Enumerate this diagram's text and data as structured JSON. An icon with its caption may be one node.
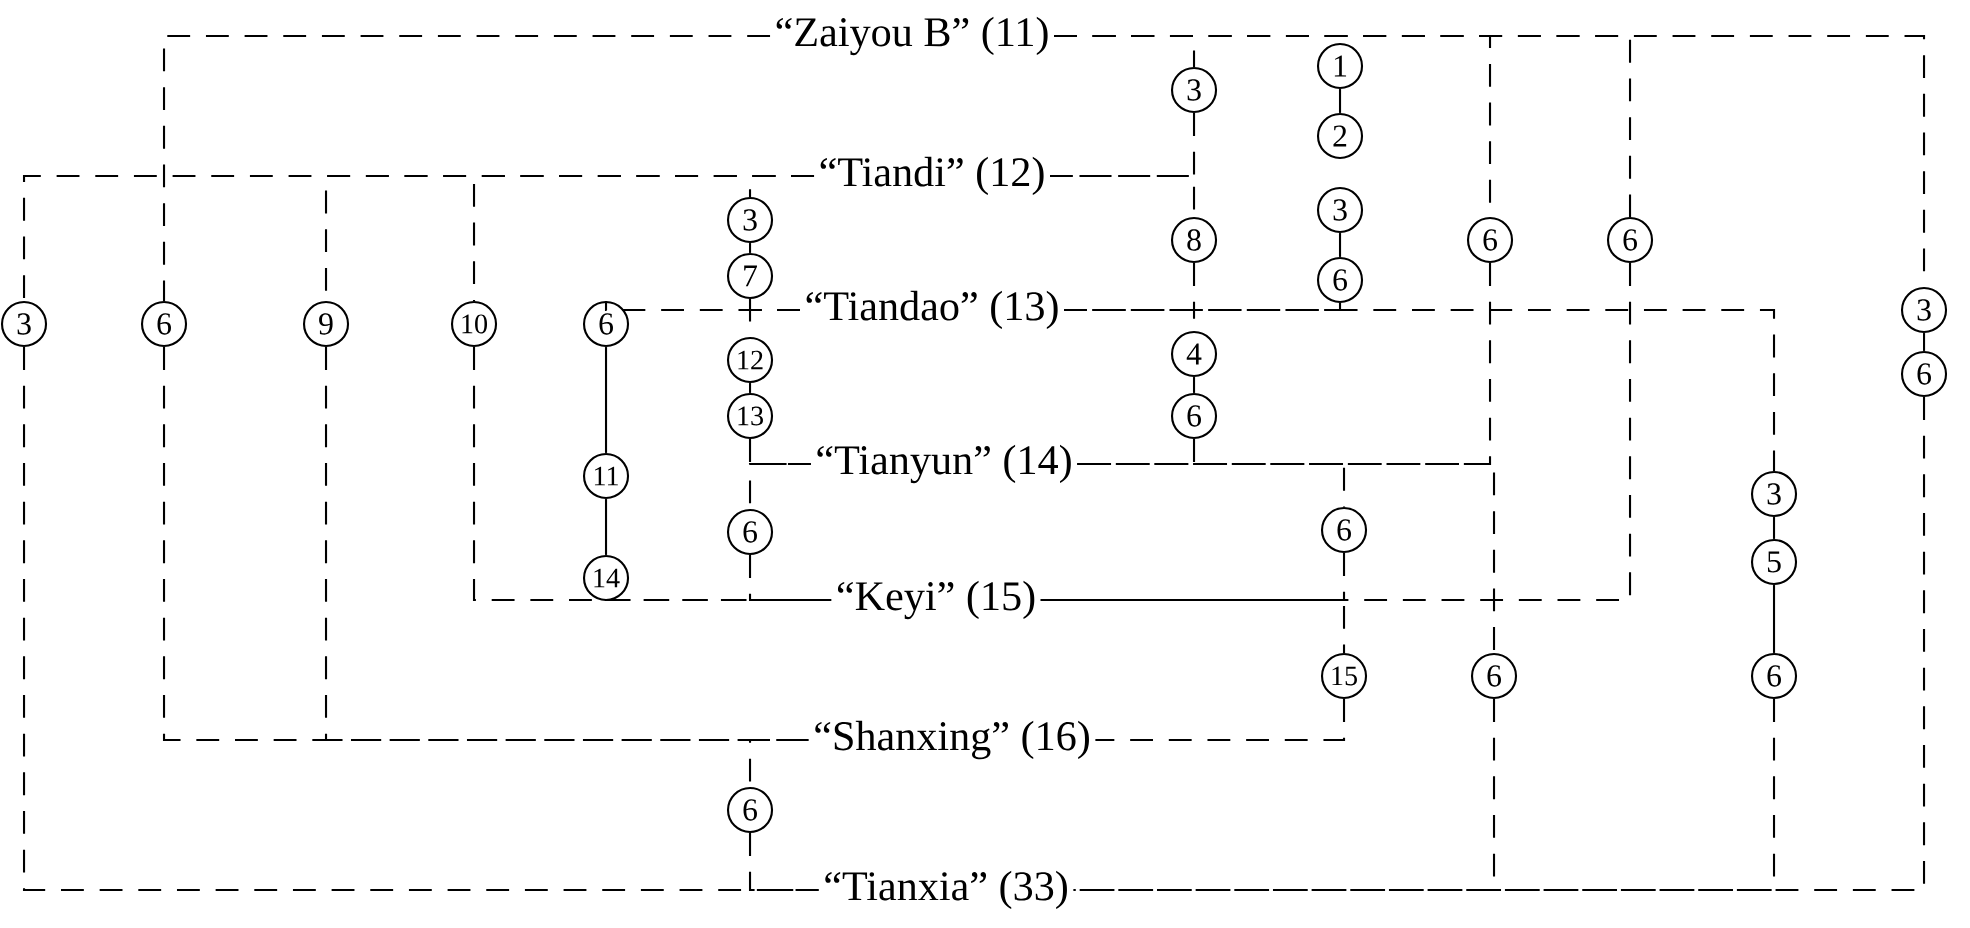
{
  "diagram": {
    "nodes": [
      {
        "text": [
          "“Zaiyou B” (11)"
        ]
      },
      {
        "text": [
          "“Tiandi” (12)"
        ]
      },
      {
        "text": [
          "“Tiandao” (13)"
        ]
      },
      {
        "text": [
          "“Tianyun” (14)"
        ]
      },
      {
        "text": [
          "“Keyi” (15)"
        ]
      },
      {
        "text": [
          "“Shanxing” (16)"
        ]
      },
      {
        "text": [
          "“Tianxia” (33)"
        ]
      },
      {
        "text": [
          "3"
        ]
      },
      {
        "text": [
          "6"
        ]
      },
      {
        "text": [
          "9"
        ]
      },
      {
        "text": [
          "10"
        ]
      },
      {
        "text": [
          "6"
        ]
      },
      {
        "text": [
          "11"
        ]
      },
      {
        "text": [
          "14"
        ]
      },
      {
        "text": [
          "3"
        ]
      },
      {
        "text": [
          "7"
        ]
      },
      {
        "text": [
          "12"
        ]
      },
      {
        "text": [
          "13"
        ]
      },
      {
        "text": [
          "6"
        ]
      },
      {
        "text": [
          "3"
        ]
      },
      {
        "text": [
          "8"
        ]
      },
      {
        "text": [
          "4"
        ]
      },
      {
        "text": [
          "6"
        ]
      },
      {
        "text": [
          "1"
        ]
      },
      {
        "text": [
          "2"
        ]
      },
      {
        "text": [
          "3"
        ]
      },
      {
        "text": [
          "6"
        ]
      },
      {
        "text": [
          "6"
        ]
      },
      {
        "text": [
          "6"
        ]
      },
      {
        "text": [
          "3"
        ]
      },
      {
        "text": [
          "6"
        ]
      },
      {
        "text": [
          "6"
        ]
      },
      {
        "text": [
          "15"
        ]
      },
      {
        "text": [
          "6"
        ]
      },
      {
        "text": [
          "3"
        ]
      },
      {
        "text": [
          "5"
        ]
      },
      {
        "text": [
          "6"
        ]
      },
      {
        "text": [
          "6"
        ]
      }
    ],
    "edges": [
      {
        "from": 0,
        "to": 8,
        "arrow": "none",
        "style": "dashed"
      },
      {
        "from": 8,
        "to": 5,
        "arrow": "none",
        "style": "dashed"
      },
      {
        "from": 0,
        "to": 19,
        "arrow": "none",
        "style": "dashed"
      },
      {
        "from": 19,
        "to": 1,
        "arrow": "none",
        "style": "dashed"
      },
      {
        "from": 1,
        "to": 20,
        "arrow": "none",
        "style": "dashed"
      },
      {
        "from": 20,
        "to": 2,
        "arrow": "none",
        "style": "dashed"
      },
      {
        "from": 2,
        "to": 21,
        "arrow": "none",
        "style": "dashed"
      },
      {
        "from": 21,
        "to": 22,
        "arrow": "none"
      },
      {
        "from": 22,
        "to": 3,
        "arrow": "none",
        "style": "dashed"
      },
      {
        "from": 23,
        "to": 24,
        "arrow": "none"
      },
      {
        "from": 25,
        "to": 26,
        "arrow": "none"
      },
      {
        "from": 26,
        "to": 2,
        "arrow": "none",
        "style": "dashed"
      },
      {
        "from": 0,
        "to": 27,
        "arrow": "none",
        "style": "dashed"
      },
      {
        "from": 27,
        "to": 3,
        "arrow": "none",
        "style": "dashed"
      },
      {
        "from": 0,
        "to": 28,
        "arrow": "none",
        "style": "dashed"
      },
      {
        "from": 28,
        "to": 4,
        "arrow": "none",
        "style": "dashed"
      },
      {
        "from": 0,
        "to": 29,
        "arrow": "none",
        "style": "dashed"
      },
      {
        "from": 29,
        "to": 30,
        "arrow": "none"
      },
      {
        "from": 30,
        "to": 6,
        "arrow": "none",
        "style": "dashed"
      },
      {
        "from": 1,
        "to": 7,
        "arrow": "none",
        "style": "dashed"
      },
      {
        "from": 7,
        "to": 6,
        "arrow": "none",
        "style": "dashed"
      },
      {
        "from": 1,
        "to": 9,
        "arrow": "none",
        "style": "dashed"
      },
      {
        "from": 9,
        "to": 5,
        "arrow": "none",
        "style": "dashed"
      },
      {
        "from": 1,
        "to": 10,
        "arrow": "none",
        "style": "dashed"
      },
      {
        "from": 10,
        "to": 4,
        "arrow": "none",
        "style": "dashed"
      },
      {
        "from": 1,
        "to": 14,
        "arrow": "none",
        "style": "dashed"
      },
      {
        "from": 14,
        "to": 15,
        "arrow": "none"
      },
      {
        "from": 15,
        "to": 2,
        "arrow": "none",
        "style": "dashed"
      },
      {
        "from": 2,
        "to": 16,
        "arrow": "none",
        "style": "dashed"
      },
      {
        "from": 16,
        "to": 17,
        "arrow": "none"
      },
      {
        "from": 17,
        "to": 3,
        "arrow": "none",
        "style": "dashed"
      },
      {
        "from": 3,
        "to": 18,
        "arrow": "none",
        "style": "dashed"
      },
      {
        "from": 18,
        "to": 4,
        "arrow": "none",
        "style": "dashed"
      },
      {
        "from": 2,
        "to": 11,
        "arrow": "none",
        "style": "dashed"
      },
      {
        "from": 11,
        "to": 12,
        "arrow": "none"
      },
      {
        "from": 12,
        "to": 13,
        "arrow": "none"
      },
      {
        "from": 13,
        "to": 4,
        "arrow": "none",
        "style": "dashed"
      },
      {
        "from": 2,
        "to": 34,
        "arrow": "none",
        "style": "dashed"
      },
      {
        "from": 34,
        "to": 35,
        "arrow": "none"
      },
      {
        "from": 35,
        "to": 36,
        "arrow": "none"
      },
      {
        "from": 36,
        "to": 6,
        "arrow": "none",
        "style": "dashed"
      },
      {
        "from": 3,
        "to": 31,
        "arrow": "none",
        "style": "dashed"
      },
      {
        "from": 31,
        "to": 4,
        "arrow": "none",
        "style": "dashed"
      },
      {
        "from": 4,
        "to": 32,
        "arrow": "none",
        "style": "dashed"
      },
      {
        "from": 32,
        "to": 5,
        "arrow": "none",
        "style": "dashed"
      },
      {
        "from": 3,
        "to": 33,
        "arrow": "none",
        "style": "dashed"
      },
      {
        "from": 33,
        "to": 6,
        "arrow": "none",
        "style": "dashed"
      },
      {
        "from": 5,
        "to": 37,
        "arrow": "none",
        "style": "dashed"
      },
      {
        "from": 37,
        "to": 6,
        "arrow": "none",
        "style": "dashed"
      }
    ]
  }
}
